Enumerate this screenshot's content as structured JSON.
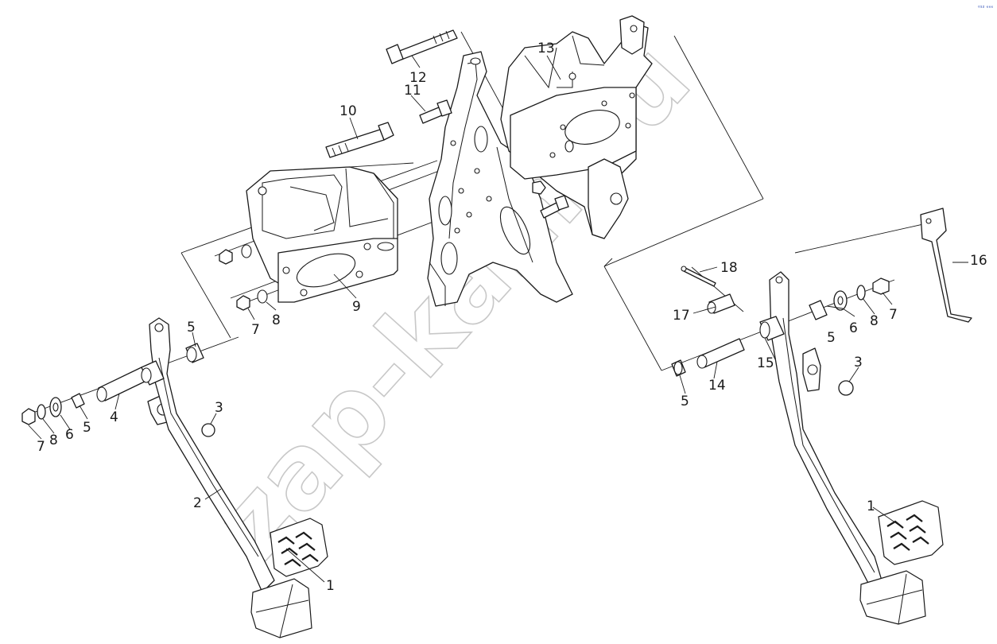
{
  "watermark": "zap-kam.ru",
  "corner_mark": "⁰¹² ᵉᵉᵉ",
  "callouts": {
    "c1_left": "1",
    "c1_right": "1",
    "c2": "2",
    "c3_left": "3",
    "c3_right": "3",
    "c4": "4",
    "c5_top_left": "5",
    "c5_left": "5",
    "c5_right_low": "5",
    "c5_right_top": "5",
    "c6_left": "6",
    "c6_right": "6",
    "c7_left": "7",
    "c7_mid": "7",
    "c7_right": "7",
    "c8_left": "8",
    "c8_mid": "8",
    "c8_right": "8",
    "c9": "9",
    "c10": "10",
    "c11": "11",
    "c12": "12",
    "c13": "13",
    "c14": "14",
    "c15": "15",
    "c16": "16",
    "c17": "17",
    "c18": "18"
  }
}
